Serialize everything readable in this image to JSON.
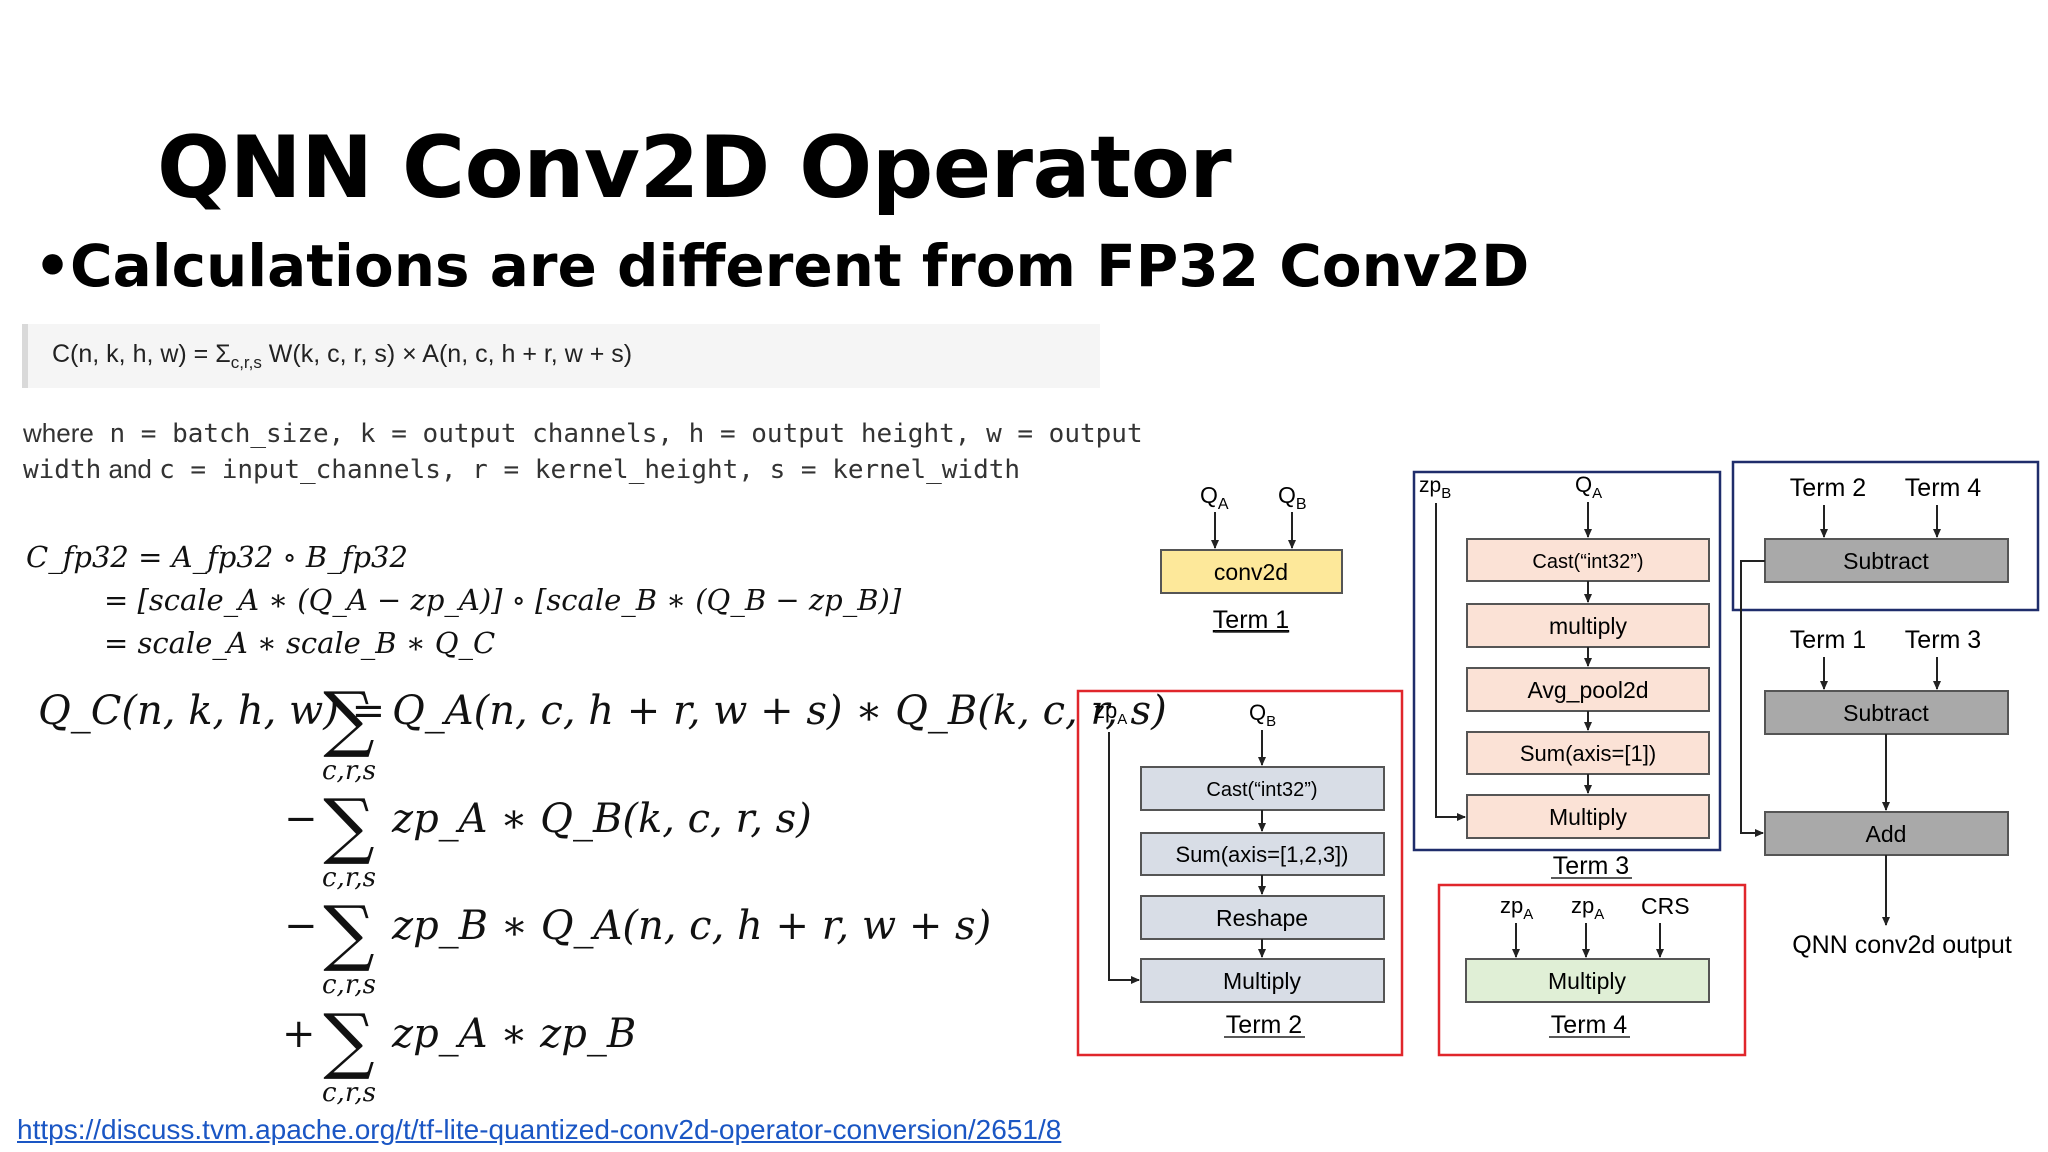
{
  "slide": {
    "title": "QNN Conv2D Operator",
    "bullet": "Calculations are different from FP32 Conv2D",
    "bullet_mark": "•"
  },
  "formula": {
    "c_label": "C(n, k, h, w) = Σ",
    "c_sub": "c,r,s",
    "c_rest": " W(k, c, r, s) × A(n, c, h + r, w + s)"
  },
  "where": {
    "line1": [
      "where",
      " n = batch_size, k = output channels, h = output height, w = output"
    ],
    "line2": [
      "width",
      " and ",
      "c = input_channels, r = kernel_height, s = kernel_width"
    ]
  },
  "equations": {
    "fp32_line1": "C_fp32 = A_fp32 ∘ B_fp32",
    "fp32_line2": "= [scale_A ∗ (Q_A − zp_A)] ∘ [scale_B ∗ (Q_B − zp_B)]",
    "fp32_line3": "= scale_A ∗ scale_B ∗ Q_C",
    "qc_lhs": "Q_C(n, k, h, w) =",
    "sum_symbol": "∑",
    "sum_sub": "c,r,s",
    "term1": "Q_A(n, c, h + r, w + s) ∗ Q_B(k, c, r, s)",
    "term2_sign": "−",
    "term2": "zp_A ∗ Q_B(k, c, r, s)",
    "term3_sign": "−",
    "term3": "zp_B ∗ Q_A(n, c, h + r, w + s)",
    "term4_sign": "+",
    "term4": "zp_A ∗ zp_B"
  },
  "diagram": {
    "term1": {
      "in1": "Q",
      "in1_sub": "A",
      "in2": "Q",
      "in2_sub": "B",
      "op": "conv2d",
      "label": "Term 1"
    },
    "term2": {
      "in1": "zp",
      "in1_sub": "A",
      "in2": "Q",
      "in2_sub": "B",
      "ops": [
        "Cast(“int32”)",
        "Sum(axis=[1,2,3])",
        "Reshape",
        "Multiply"
      ],
      "label": "Term 2"
    },
    "term3": {
      "in1": "zp",
      "in1_sub": "B",
      "in2": "Q",
      "in2_sub": "A",
      "ops": [
        "Cast(“int32”)",
        "multiply",
        "Avg_pool2d",
        "Sum(axis=[1])",
        "Multiply"
      ],
      "label": "Term 3"
    },
    "term4": {
      "in1": "zp",
      "in1_sub": "A",
      "in2": "zp",
      "in2_sub": "A",
      "in3": "CRS",
      "op": "Multiply",
      "label": "Term 4"
    },
    "combine": {
      "sub1_in": [
        "Term 2",
        "Term 4"
      ],
      "sub1": "Subtract",
      "sub2_in": [
        "Term 1",
        "Term 3"
      ],
      "sub2": "Subtract",
      "add": "Add",
      "output": "QNN conv2d output"
    },
    "colors": {
      "yellow": "#fde89a",
      "gray_blue": "#d8dde6",
      "peach": "#fbe2d6",
      "green": "#e0efd6",
      "dark_gray": "#a9a9a9",
      "red_border": "#e0262b",
      "navy_border": "#1f2d6b"
    }
  },
  "link": "https://discuss.tvm.apache.org/t/tf-lite-quantized-conv2d-operator-conversion/2651/8"
}
